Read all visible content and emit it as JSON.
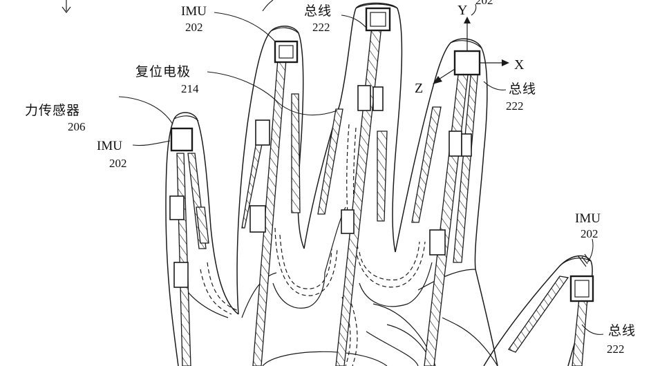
{
  "labels": {
    "imu_index": {
      "text": "IMU",
      "num": "202"
    },
    "bus_middle": {
      "text": "总线",
      "num": "222"
    },
    "axis_y_label": "Y",
    "axis_y_num_partial": "202",
    "reset_electrode": {
      "text": "复位电极",
      "num": "214"
    },
    "force_sensor": {
      "text": "力传感器",
      "num": "206"
    },
    "imu_little": {
      "text": "IMU",
      "num": "202"
    },
    "axis_x_label": "X",
    "axis_z_label": "Z",
    "bus_ring": {
      "text": "总线",
      "num": "222"
    },
    "imu_thumb": {
      "text": "IMU",
      "num": "202"
    },
    "bus_thumb": {
      "text": "总线",
      "num": "222"
    }
  }
}
